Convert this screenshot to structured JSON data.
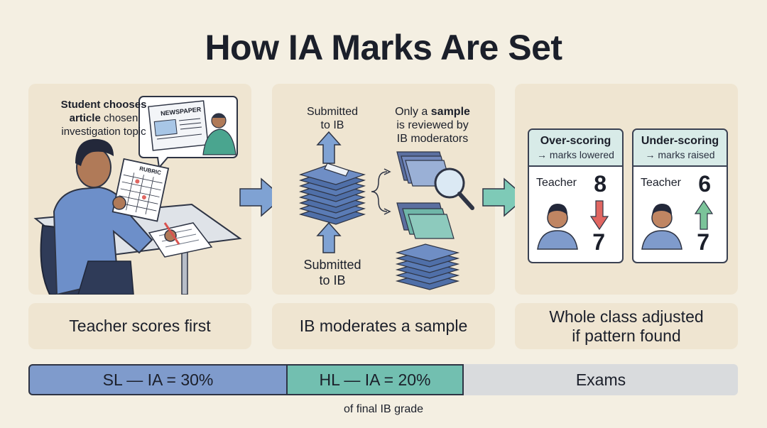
{
  "title": "How IA Marks Are Set",
  "panel1": {
    "bubble_line1": "Student chooses",
    "bubble_line2_bold": "article",
    "bubble_line2_rest": " chosen",
    "bubble_line3": "investigation topic",
    "newspaper_label": "NEWSPAPER",
    "rubric_label": "RUBRIC",
    "caption": "Teacher scores first"
  },
  "panel2": {
    "submitted_top_1": "Submitted",
    "submitted_top_2": "to IB",
    "sample_line1_pre": "Only a ",
    "sample_line1_bold": "sample",
    "sample_line2": "is reviewed by",
    "sample_line3": "IB moderators",
    "submitted_bottom_1": "Submitted",
    "submitted_bottom_2": "to IB",
    "caption": "IB moderates a sample"
  },
  "panel3": {
    "over": {
      "title": "Over-scoring",
      "subtitle": "→ marks lowered",
      "teacher_label": "Teacher",
      "teacher_score": "8",
      "final_score": "7"
    },
    "under": {
      "title": "Under-scoring",
      "subtitle": "→ marks raised",
      "teacher_label": "Teacher",
      "teacher_score": "6",
      "final_score": "7"
    },
    "caption_line1": "Whole class adjusted",
    "caption_line2": "if pattern found"
  },
  "weight_bar": {
    "segments": [
      {
        "label": "SL — IA = 30%",
        "color": "#7f9bcc"
      },
      {
        "label": "HL — IA = 20%",
        "color": "#72bfb0"
      },
      {
        "label": "Exams",
        "color": "#d9dbdd"
      }
    ],
    "footnote": "of final IB grade"
  },
  "colors": {
    "background": "#f4efe2",
    "panel": "#efe5d1",
    "flow_arrow": "#7fa2d3",
    "teal_arrow": "#7ecab7",
    "down_arrow": "#e06661",
    "up_arrow": "#7bc49a"
  }
}
